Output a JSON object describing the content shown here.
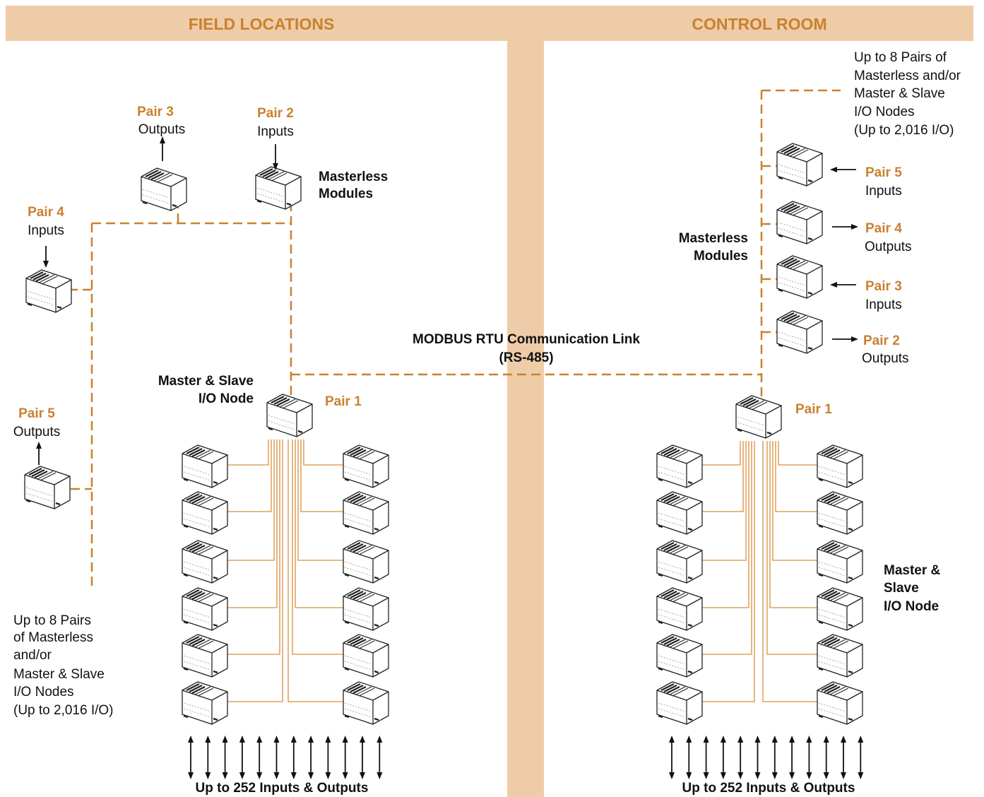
{
  "headers": {
    "field": "FIELD LOCATIONS",
    "control": "CONTROL ROOM"
  },
  "field": {
    "pair2": {
      "label": "Pair 2",
      "sub": "Inputs"
    },
    "pair3": {
      "label": "Pair 3",
      "sub": "Outputs"
    },
    "pair4": {
      "label": "Pair 4",
      "sub": "Inputs"
    },
    "pair5": {
      "label": "Pair 5",
      "sub": "Outputs"
    },
    "masterless": [
      "Masterless",
      "Modules"
    ],
    "master_slave": [
      "Master & Slave",
      "I/O Node"
    ],
    "pair1": "Pair 1",
    "up_to_pairs": [
      "Up to 8 Pairs",
      "of Masterless",
      "and/or",
      "Master & Slave",
      "I/O Nodes",
      "(Up to 2,016 I/O)"
    ],
    "io_caption": "Up to 252 Inputs & Outputs"
  },
  "link": {
    "line1": "MODBUS RTU Communication Link",
    "line2": "(RS-485)"
  },
  "control": {
    "up_to_pairs": [
      "Up to 8 Pairs of",
      "Masterless and/or",
      "Master & Slave",
      "I/O Nodes",
      "(Up to 2,016 I/O)"
    ],
    "pair5": {
      "label": "Pair 5",
      "sub": "Inputs"
    },
    "pair4": {
      "label": "Pair 4",
      "sub": "Outputs"
    },
    "pair3": {
      "label": "Pair 3",
      "sub": "Inputs"
    },
    "pair2": {
      "label": "Pair 2",
      "sub": "Outputs"
    },
    "masterless": [
      "Masterless",
      "Modules"
    ],
    "pair1": "Pair 1",
    "master_slave": [
      "Master &",
      "Slave",
      "I/O Node"
    ],
    "io_caption": "Up to 252  Inputs & Outputs"
  },
  "colors": {
    "band": "#efcca8",
    "accent": "#c8812f",
    "wire": "#d98f3f",
    "module_fill": "#ffffff",
    "module_stroke": "#222222"
  }
}
